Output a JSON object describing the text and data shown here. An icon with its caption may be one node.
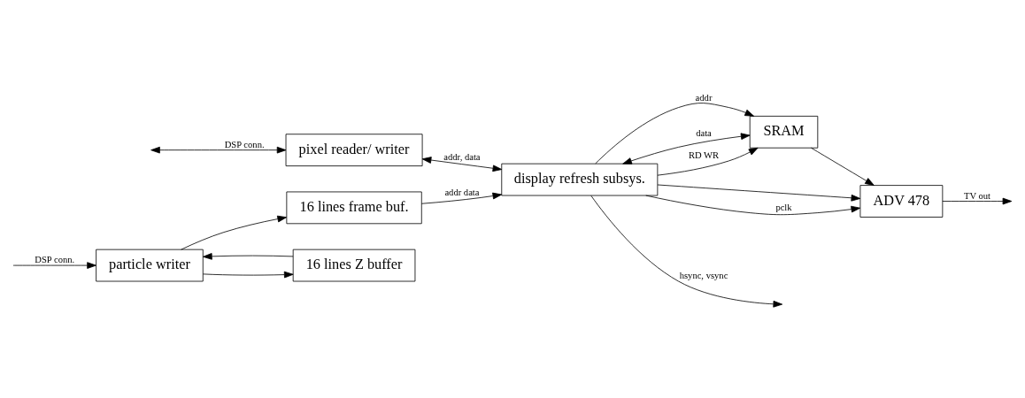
{
  "diagram": {
    "nodes": [
      {
        "text": [
          "particle writer"
        ]
      },
      {
        "text": [
          "16 lines frame buf."
        ]
      },
      {
        "text": [
          "16 lines Z buffer"
        ]
      },
      {
        "text": [
          "pixel reader/ writer"
        ]
      },
      {
        "text": [
          "SRAM"
        ]
      },
      {
        "text": [
          "display refresh subsys."
        ]
      },
      {
        "text": [
          "ADV 478"
        ]
      }
    ],
    "edges": [
      {
        "from": null,
        "to": 0,
        "arrow": "to",
        "label": "DSP conn."
      },
      {
        "from": 0,
        "to": 1,
        "arrow": "to"
      },
      {
        "from": 2,
        "to": 0,
        "arrow": "to"
      },
      {
        "from": 0,
        "to": 2,
        "arrow": "to"
      },
      {
        "from": 1,
        "to": 5,
        "arrow": "to",
        "label": "addr data"
      },
      {
        "from": 5,
        "to": 4,
        "arrow": "to",
        "label": "RD WR"
      },
      {
        "from": 5,
        "to": 4,
        "arrow": "to",
        "label": "addr"
      },
      {
        "from": 4,
        "to": 5,
        "arrow": "both",
        "label": "data"
      },
      {
        "from": 4,
        "to": 6,
        "arrow": "to"
      },
      {
        "from": 5,
        "to": 6,
        "arrow": "to"
      },
      {
        "from": 5,
        "to": 6,
        "arrow": "to",
        "label": "pclk"
      },
      {
        "from": 6,
        "to": null,
        "arrow": "to",
        "label": "TV out"
      },
      {
        "from": null,
        "to": 3,
        "arrow": "both",
        "label": "DSP conn."
      },
      {
        "from": 3,
        "to": 5,
        "arrow": "both",
        "label": "addr, data"
      },
      {
        "from": 5,
        "to": null,
        "arrow": "to",
        "label": "hsync, vsync"
      }
    ]
  }
}
